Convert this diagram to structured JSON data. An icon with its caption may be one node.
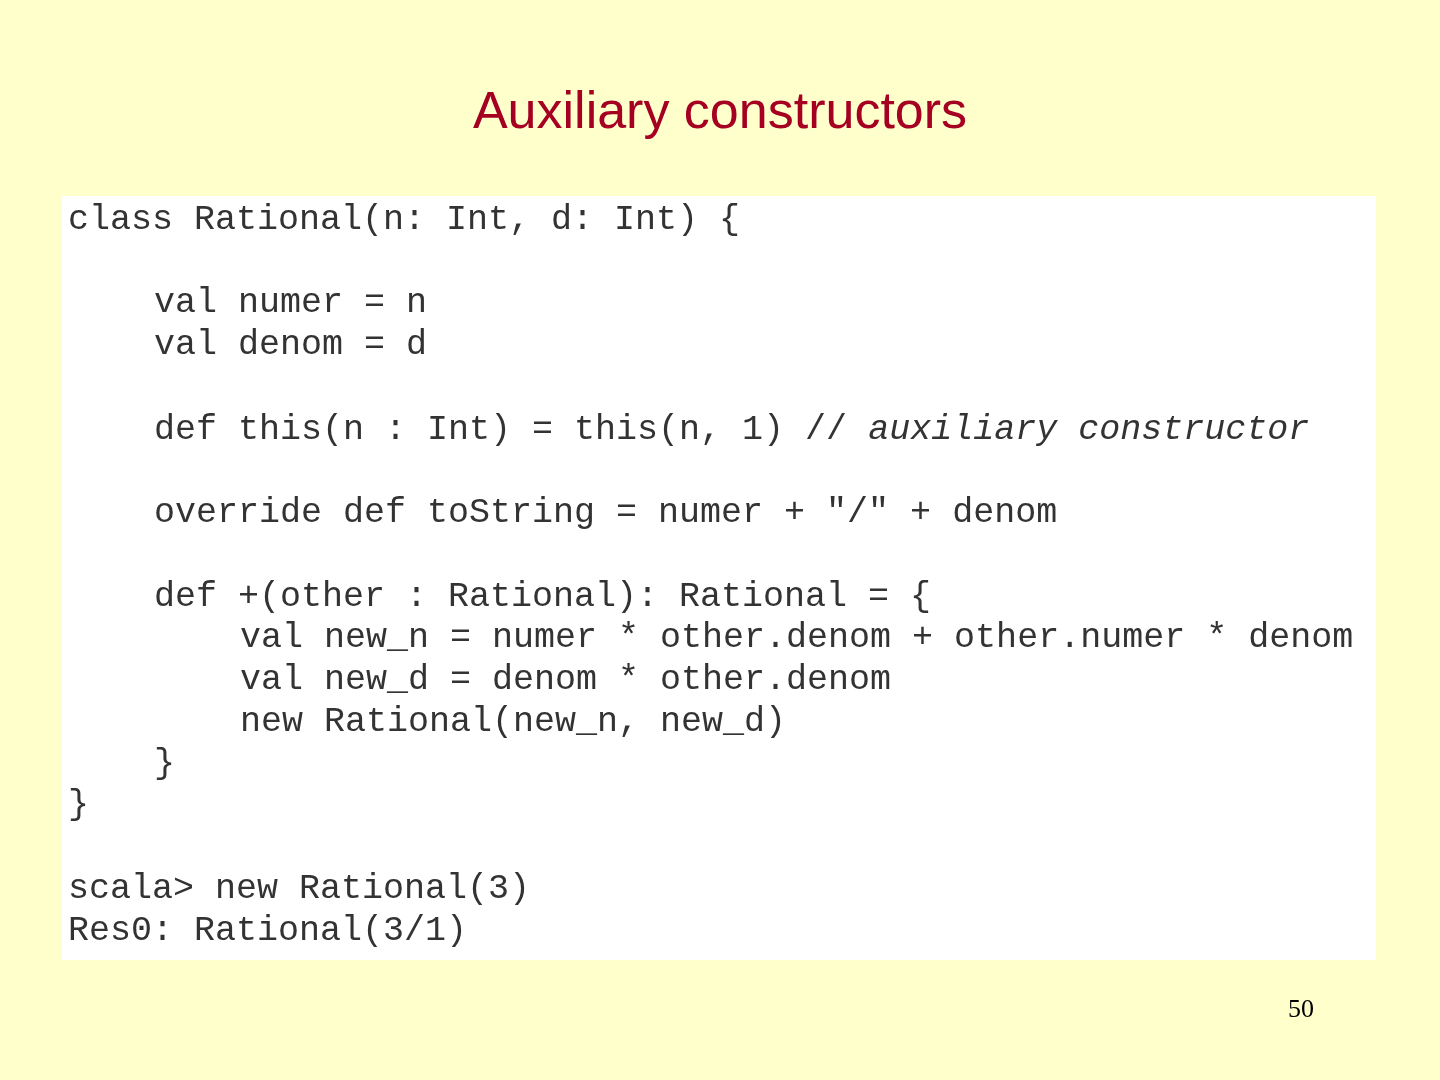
{
  "diagram": {
    "title": "Auxiliary constructors",
    "nodes": [
      {
        "text": [
          "class Rational(n: Int, d: Int) {",
          "val numer = n",
          "val denom = d",
          "def this(n : Int) = this(n, 1) // *auxiliary constructor*",
          "override def toString = numer + \"/\" + denom",
          "def +(other : Rational): Rational = {",
          "val new_n = numer * other.denom + other.numer * denom",
          "val new_d = denom * other.denom",
          "new Rational(new_n, new_d)",
          "}",
          "}",
          "scala> new Rational(3)",
          "Res0: Rational(3/1)"
        ]
      }
    ],
    "labels": [
      "50"
    ]
  }
}
